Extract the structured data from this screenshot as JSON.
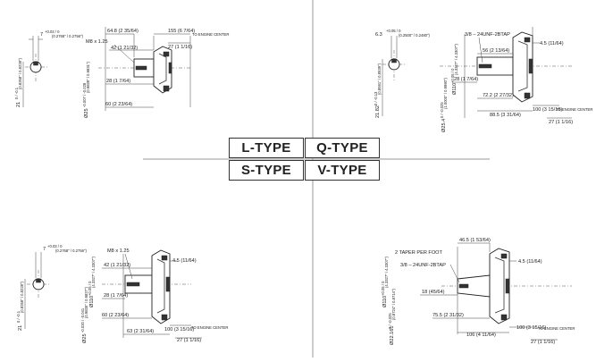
{
  "types": {
    "l": "L-TYPE",
    "q": "Q-TYPE",
    "s": "S-TYPE",
    "v": "V-TYPE"
  },
  "common": {
    "to_engine_center": "TO ENGINE CENTER"
  },
  "l_type": {
    "key_width": "7",
    "key_tol": "+0.03 / 0",
    "key_inch": "(0.2768\" / 0.2756\")",
    "key_height": "21",
    "key_height_tol": "0 / -0.1",
    "key_height_inch": "(0.8268\" / 0.8228\")",
    "d1": "64.8 (2 35/64)",
    "d2": "155 (6 7/64)",
    "d3": "27 (1 1/16)",
    "thread": "M8 x 1.25",
    "d4": "42 (1 21/32)",
    "d5": "28 (1 7/64)",
    "d6": "60 (2 23/64)",
    "shaft": "Ø25",
    "shaft_tol": "-0.007 / -0.028",
    "shaft_inch": "(0.9839\" / 0.9831\")"
  },
  "q_type": {
    "key_width": "6.3",
    "key_tol": "+0.05 / 0",
    "key_inch": "(0.2500\" / 0.2480\")",
    "key_height": "21.82",
    "key_height_tol": "0 / -0.13",
    "key_height_inch": "(0.8591\" / 0.8539\")",
    "thread": "3/8 – 24UNF-2BTAP",
    "d1": "56 (2 13/64)",
    "d2": "4.5 (11/64)",
    "d3": "28 (1 7/64)",
    "d4": "72.2 (2 27/32)",
    "d5": "88.5 (3 31/64)",
    "d6": "100 (3 15/16)",
    "d7": "27 (1 1/16)",
    "shaft": "Ø25.4",
    "shaft_tol": "0 / -0.025",
    "shaft_inch": "(1.0000\" / 0.9990\")",
    "flange": "Ø110",
    "flange_tol": "+0.05 / 0",
    "flange_inch": "(4.3327\" / 4.3307\")"
  },
  "s_type": {
    "key_width": "7",
    "key_tol": "+0.03 / 0",
    "key_inch": "(0.2768\" / 0.2756\")",
    "key_height": "21",
    "key_height_tol": "0 / -0.1",
    "key_height_inch": "(0.8268\" / 0.8228\")",
    "thread": "M8 x 1.25",
    "d1": "4.5 (11/64)",
    "d2": "42 (1 21/32)",
    "d3": "28 (1 7/64)",
    "d4": "60 (2 23/64)",
    "d5": "63 (2 31/64)",
    "d6": "100 (3 15/16)",
    "d7": "27 (1 1/16)",
    "shaft": "Ø25",
    "shaft_tol": "-0.020 / -0.041",
    "shaft_inch": "(0.9835\" / 0.9827\")",
    "flange": "Ø110",
    "flange_tol": "+0.05 / 0",
    "flange_inch": "(4.3327\" / 4.3307\")"
  },
  "v_type": {
    "taper": "2 TAPER PER FOOT",
    "d1": "46.5 (1 53/64)",
    "thread": "3/8 – 24UNF-2BTAP",
    "d2": "4.5 (11/64)",
    "d3": "18 (45/64)",
    "d4": "75.5 (2 31/32)",
    "d5": "106 (4 11/64)",
    "d6": "100 (3 15/16)",
    "d7": "27 (1 1/16)",
    "shaft": "Ø22.161",
    "shaft_tol": "0 / -0.025",
    "shaft_inch": "(0.8724\" / 0.8714\")",
    "flange": "Ø110",
    "flange_tol": "+0.05 / 0",
    "flange_inch": "(4.3327\" / 4.3307\")"
  }
}
